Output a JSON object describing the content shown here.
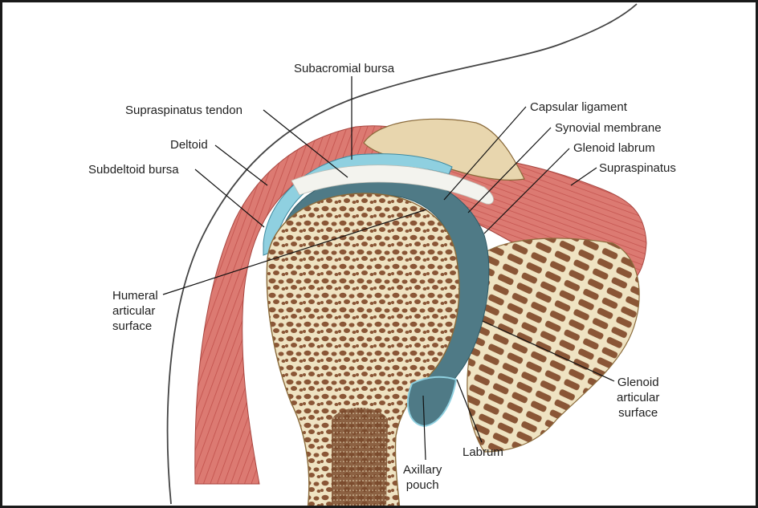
{
  "diagram": {
    "labels": {
      "subacromial_bursa": "Subacromial bursa",
      "supraspinatus_tendon": "Supraspinatus tendon",
      "deltoid": "Deltoid",
      "subdeltoid_bursa": "Subdeltoid bursa",
      "capsular_ligament": "Capsular ligament",
      "synovial_membrane": "Synovial membrane",
      "glenoid_labrum": "Glenoid labrum",
      "supraspinatus": "Supraspinatus",
      "humeral_articular_surface": [
        "Humeral",
        "articular",
        "surface"
      ],
      "glenoid_articular_surface": [
        "Glenoid",
        "articular",
        "surface"
      ],
      "labrum": "Labrum",
      "axillary_pouch": [
        "Axillary",
        "pouch"
      ]
    },
    "colors": {
      "muscle": "#d9736c",
      "muscle_stripe": "#c2504b",
      "bone_cortex": "#efe3c2",
      "bone_trabecula": "#8a5636",
      "bursa": "#8fd0e0",
      "synovial_fluid": "#4f7a86",
      "capsule": "#f3f3ee",
      "leader_line": "#111111",
      "skin_outline": "#444444"
    }
  }
}
